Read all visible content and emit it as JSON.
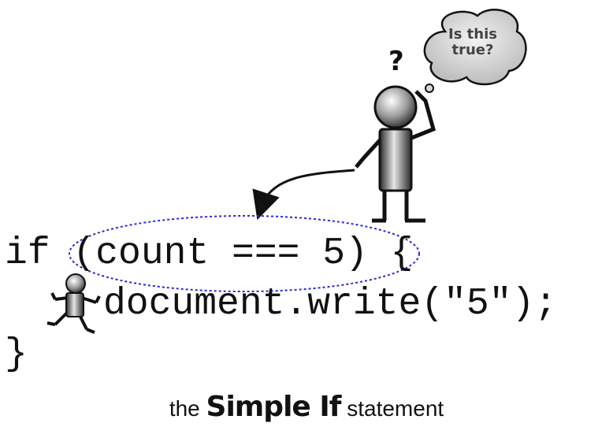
{
  "code": {
    "line1": "if (count === 5) {",
    "line2": "document.write(\"5\");",
    "line3": "}"
  },
  "thought_bubble": {
    "line1": "Is this",
    "line2": "true?"
  },
  "question_mark": "?",
  "caption": {
    "before": "the",
    "emphasis": "Simple If",
    "after": "statement"
  },
  "colors": {
    "highlight_ellipse": "#2a2ad0",
    "text": "#111111",
    "bubble_fill": "#e6e6e6"
  },
  "icons": {
    "thinking_figure": "stick-figure-thinking-icon",
    "running_figure": "stick-figure-running-icon",
    "arrow": "curved-arrow-icon"
  }
}
